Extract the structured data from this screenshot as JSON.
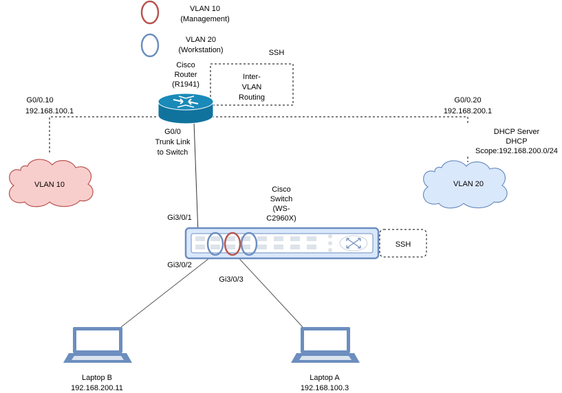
{
  "legend": {
    "vlan10": {
      "line1": "VLAN 10",
      "line2": "(Management)",
      "color": "#b85450"
    },
    "vlan20": {
      "line1": "VLAN 20",
      "line2": "(Workstation)",
      "color": "#6c8ebf"
    }
  },
  "ssh_top": "SSH",
  "intervlan": {
    "l1": "Inter-",
    "l2": "VLAN",
    "l3": "Routing"
  },
  "router": {
    "l1": "Cisco",
    "l2": "Router",
    "l3": "(R1941)",
    "color": "#10739e"
  },
  "sub10": {
    "l1": "G0/0.10",
    "l2": "192.168.100.1"
  },
  "sub20": {
    "l1": "G0/0.20",
    "l2": "192.168.200.1"
  },
  "trunk": {
    "l1": "G0/0",
    "l2": "Trunk Link",
    "l3": "to Switch"
  },
  "dhcp": {
    "l1": "DHCP Server",
    "l2": "DHCP",
    "l3": "Scope:192.168.200.0/24"
  },
  "cloud10": {
    "label": "VLAN 10",
    "fill": "#f8cecc",
    "stroke": "#b85450"
  },
  "cloud20": {
    "label": "VLAN 20",
    "fill": "#dae8fc",
    "stroke": "#6c8ebf"
  },
  "switch": {
    "l1": "Cisco",
    "l2": "Switch",
    "l3": "(WS-",
    "l4": "C2960X)",
    "color": "#dae8fc",
    "border": "#6c8ebf"
  },
  "ssh_switch": "SSH",
  "ports": {
    "p1": "Gi3/0/1",
    "p2": "Gi3/0/2",
    "p3": "Gi3/0/3"
  },
  "laptopB": {
    "name": "Laptop B",
    "ip": "192.168.200.11",
    "color": "#6c8ebf"
  },
  "laptopA": {
    "name": "Laptop A",
    "ip": "192.168.100.3",
    "color": "#6c8ebf"
  }
}
